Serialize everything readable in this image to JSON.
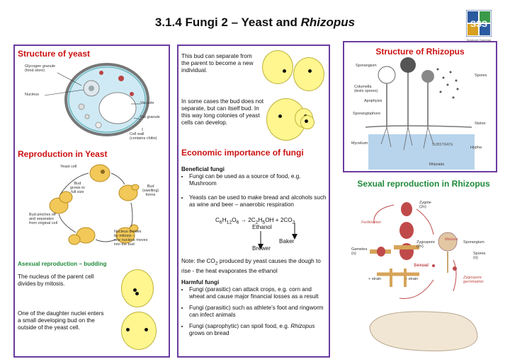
{
  "title": {
    "main": "3.1.4 Fungi 2 – Yeast and ",
    "italic": "Rhizopus"
  },
  "logo": {
    "letters": "SSS",
    "caption": "Stockport Grammar School"
  },
  "yeast_structure": {
    "heading": "Structure of yeast",
    "labels": {
      "glycogen": "Glycogen granule\n(food store)",
      "nucleus": "Nucleus",
      "vacuole": "Vacuole",
      "fat": "Fat granule",
      "wall": "Cell wall\n(contains chitin)"
    }
  },
  "reproduction": {
    "heading": "Reproduction in Yeast",
    "labels": {
      "yeast_cell": "Yeast cell",
      "bud_grows": "Bud\ngrows to\nfull size",
      "bud_forms": "Bud\n(swelling)\nforms",
      "pinches": "Bud pinches off\nand separates\nfrom original cell",
      "divides": "Nucleus divides\nby mitosis –\none nucleus moves\ninto the bud"
    },
    "subheading": "Asexual reproduction – budding",
    "text1": "The nucleus of the parent cell divides by mitosis.",
    "text2": "One of the daughter nuclei enters a small developing bud on the outside of the yeast cell."
  },
  "middle": {
    "bud_text1": "This bud can separate from the parent to become a new individual.",
    "bud_text2": "In some cases the bud does not separate, but can itself bud. In this way long colonies of yeast cells can develop.",
    "econ_heading": "Economic importance of fungi",
    "beneficial_heading": "Beneficial fungi",
    "beneficial": [
      "Fungi can be used as a source of food, e.g. Mushroom",
      "Yeasts can be used to make bread and alcohols such as wine and beer – anaerobic respiration"
    ],
    "equation": {
      "a": "C",
      "a_sub1": "6",
      "b": "H",
      "a_sub2": "12",
      "c": "O",
      "a_sub3": "6",
      "arrow": " → 2C",
      "d_sub1": "2",
      "d": "H",
      "d_sub2": "5",
      "e": "OH + 2CO",
      "e_sub": "2"
    },
    "ethanol": "Ethanol",
    "baker": "Baker",
    "brewer": "Brewer",
    "note_pre": "Note: the CO",
    "note_sub": "2",
    "note_post": " produced by yeast causes the dough to rise - the heat evaporates the ethanol",
    "harmful_heading": "Harmful fungi",
    "harmful": [
      {
        "text": "Fungi (parasitic) can attack crops, e.g. corn and wheat and cause major financial losses as a result"
      },
      {
        "text": "Fungi (parasitic) such as athlete’s foot and ringworm can infect animals"
      },
      {
        "text": "Fungi (saprophytic) can spoil food, e.g. ",
        "italic": "Rhizopus",
        "tail": " grows on bread"
      }
    ]
  },
  "rhizopus": {
    "heading": "Structure of Rhizopus",
    "labels": {
      "sporangium": "Sporangium",
      "spores": "Spores",
      "columella": "Columella\n(tests spores)",
      "apophysis": "Apophysis",
      "sporangiophore": "Sporangiophore",
      "stolon": "Stolon",
      "substrate": "SUBSTRATE",
      "mycelium": "Mycelium",
      "hypha": "Hypha",
      "rhizoids": "Rhizoids"
    },
    "sexual_heading": "Sexual reproduction in Rhizopus",
    "sexual_labels": {
      "fertilisation": "Fertilisation",
      "zygote": "Zygote\n(2n)",
      "zygospore": "Zygospore\n(2n)",
      "meiosis": "Meiosis",
      "gametes": "Gametes\n(n)",
      "sporangium": "Sporangium",
      "spores": "Spores\n(n)",
      "sexual": "Sexual",
      "plus": "+ strain",
      "minus": "– strain",
      "germination": "Zygospore\ngermination"
    }
  },
  "colors": {
    "panel_border": "#6a3aa0",
    "red": "#cc1111",
    "green": "#1f8a3b",
    "yeast": "#fff68f"
  }
}
